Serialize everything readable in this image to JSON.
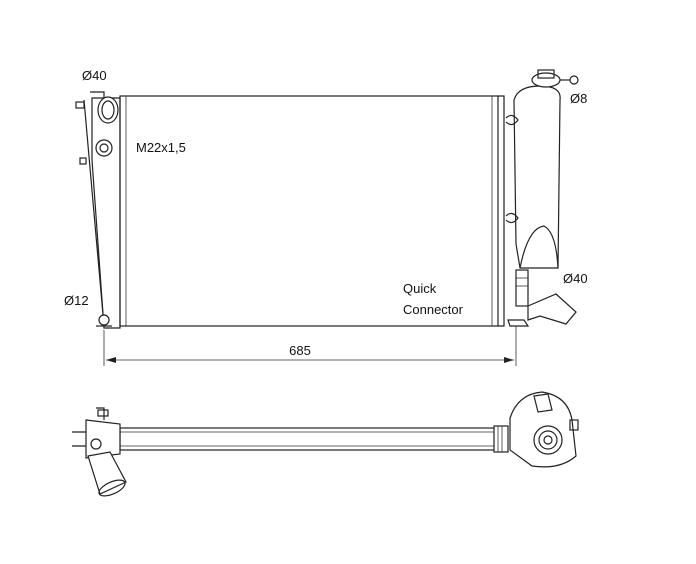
{
  "labels": {
    "inlet_diameter": "Ø40",
    "outlet_diameter": "Ø40",
    "vent_diameter": "Ø8",
    "drain_diameter": "Ø12",
    "thread": "M22x1,5",
    "connector_line1": "Quick",
    "connector_line2": "Connector",
    "width_dimension": "685"
  }
}
